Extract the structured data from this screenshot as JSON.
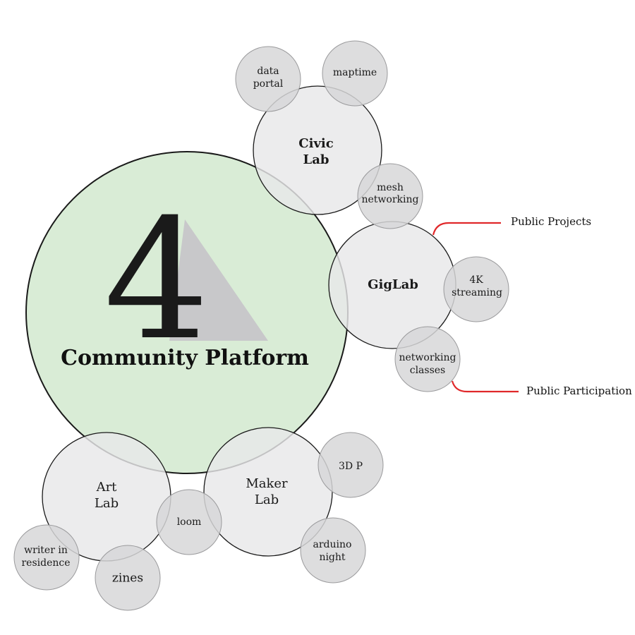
{
  "center": {
    "numeral": "4",
    "title": "Community Platform",
    "fill_color": "#d9ecd6"
  },
  "labs": {
    "civic": {
      "line1": "Civic",
      "line2": "Lab"
    },
    "gig": {
      "label": "GigLab"
    },
    "art": {
      "line1": "Art",
      "line2": "Lab"
    },
    "maker": {
      "line1": "Maker",
      "line2": "Lab"
    }
  },
  "satellites": {
    "data_portal": {
      "line1": "data",
      "line2": "portal"
    },
    "maptime": {
      "label": "maptime"
    },
    "mesh_networking": {
      "line1": "mesh",
      "line2": "networking"
    },
    "streaming_4k": {
      "line1": "4K",
      "line2": "streaming"
    },
    "networking_classes": {
      "line1": "networking",
      "line2": "classes"
    },
    "printing_3d": {
      "label": "3D P"
    },
    "arduino_night": {
      "line1": "arduino",
      "line2": "night"
    },
    "loom": {
      "label": "loom"
    },
    "writer_in_residence": {
      "line1": "writer in",
      "line2": "residence"
    },
    "zines": {
      "label": "zines"
    }
  },
  "callouts": {
    "public_projects": "Public Projects",
    "public_participation": "Public Participation",
    "line_color": "#e0282a"
  },
  "colors": {
    "lab_fill": "#e8e8e9",
    "satellite_fill": "#d7d7d8",
    "triangle_fill": "#c8c8ca"
  }
}
